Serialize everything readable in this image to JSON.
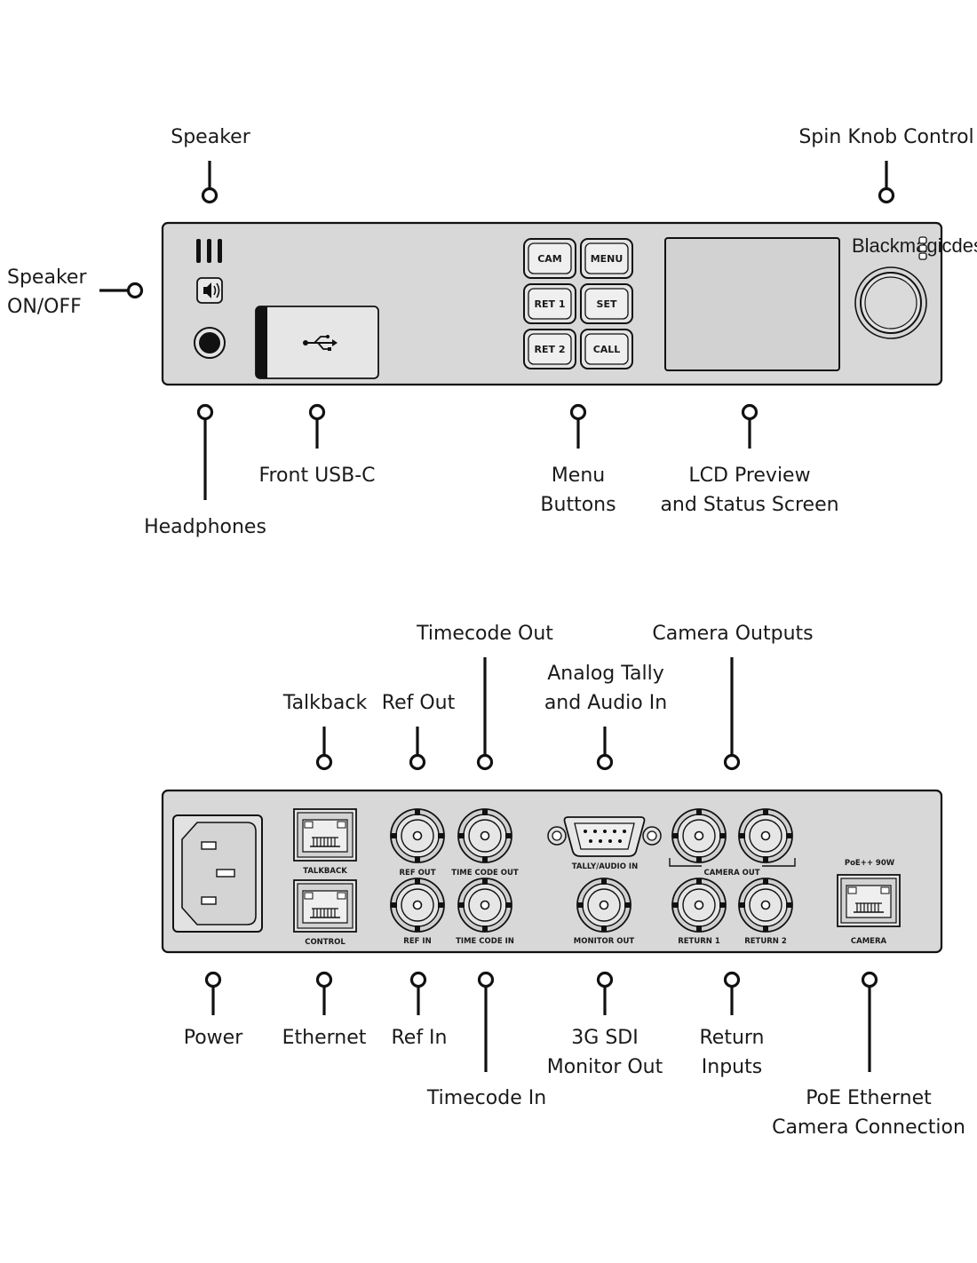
{
  "front_callouts": {
    "speaker": "Speaker",
    "spin_knob": "Spin Knob Control",
    "speaker_onoff_1": "Speaker",
    "speaker_onoff_2": "ON/OFF",
    "headphones": "Headphones",
    "front_usb": "Front USB-C",
    "menu_1": "Menu",
    "menu_2": "Buttons",
    "lcd_1": "LCD Preview",
    "lcd_2": "and Status Screen"
  },
  "front_panel": {
    "buttons": {
      "cam": "CAM",
      "menu": "MENU",
      "ret1": "RET 1",
      "set": "SET",
      "ret2": "RET 2",
      "call": "CALL"
    },
    "brand": "Blackmagicdesign"
  },
  "rear_callouts": {
    "timecode_out": "Timecode Out",
    "camera_outputs": "Camera Outputs",
    "talkback": "Talkback",
    "ref_out": "Ref Out",
    "analog_1": "Analog Tally",
    "analog_2": "and Audio In",
    "power": "Power",
    "ethernet": "Ethernet",
    "ref_in": "Ref In",
    "timecode_in": "Timecode In",
    "sdi_1": "3G SDI",
    "sdi_2": "Monitor Out",
    "return_1": "Return",
    "return_2": "Inputs",
    "poe_1": "PoE Ethernet",
    "poe_2": "Camera Connection"
  },
  "rear_panel": {
    "talkback": "TALKBACK",
    "control": "CONTROL",
    "ref_out": "REF OUT",
    "time_code_out": "TIME CODE OUT",
    "ref_in": "REF IN",
    "time_code_in": "TIME CODE IN",
    "tally_audio_in": "TALLY/AUDIO IN",
    "monitor_out": "MONITOR OUT",
    "camera_out": "CAMERA OUT",
    "return_1": "RETURN 1",
    "return_2": "RETURN 2",
    "poe": "PoE++ 90W",
    "camera": "CAMERA"
  }
}
